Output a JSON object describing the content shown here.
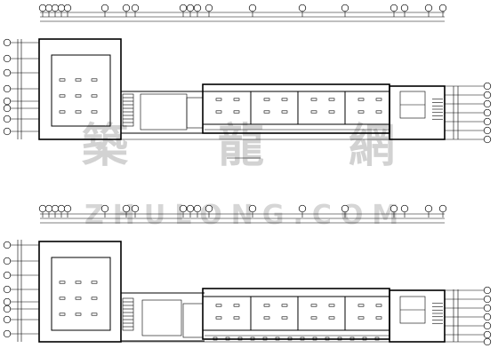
{
  "drawing": {
    "upper_plan": {
      "caption": "",
      "rooms": []
    },
    "lower_plan": {
      "rooms": []
    },
    "grid_axis_top": [
      "",
      "",
      "",
      "",
      "",
      "",
      "",
      "",
      "",
      "",
      "",
      "",
      "",
      "",
      "",
      "",
      "",
      "",
      "",
      "",
      ""
    ],
    "grid_axis_left": [
      "",
      "",
      "",
      "",
      "",
      "",
      "",
      ""
    ]
  },
  "watermark": {
    "chars": [
      "築",
      "龍",
      "網"
    ],
    "url": "ZHULONG.COM"
  }
}
